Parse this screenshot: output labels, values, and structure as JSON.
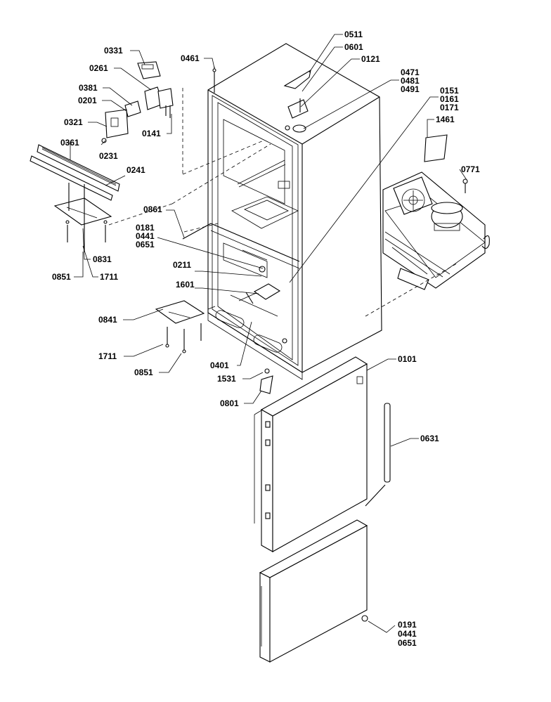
{
  "colors": {
    "ink": "#000000",
    "paper": "#ffffff"
  },
  "labels": {
    "p0331": "0331",
    "p0261": "0261",
    "p0381": "0381",
    "p0201": "0201",
    "p0321": "0321",
    "p0231": "0231",
    "p0141": "0141",
    "p0361": "0361",
    "p0241": "0241",
    "p0461": "0461",
    "p0511": "0511",
    "p0601": "0601",
    "p0121": "0121",
    "p0471": "0471",
    "p0481": "0481",
    "p0491": "0491",
    "p0151": "0151",
    "p0161": "0161",
    "p0171": "0171",
    "p1461": "1461",
    "p0771": "0771",
    "p0861": "0861",
    "p0181": "0181",
    "p0441a": "0441",
    "p0651a": "0651",
    "p0831": "0831",
    "p0851a": "0851",
    "p1711a": "1711",
    "p0211": "0211",
    "p1601": "1601",
    "p0841": "0841",
    "p1711b": "1711",
    "p0851b": "0851",
    "p0401": "0401",
    "p1531": "1531",
    "p0801": "0801",
    "p0101": "0101",
    "p0631": "0631",
    "p0191": "0191",
    "p0441b": "0441",
    "p0651b": "0651"
  }
}
